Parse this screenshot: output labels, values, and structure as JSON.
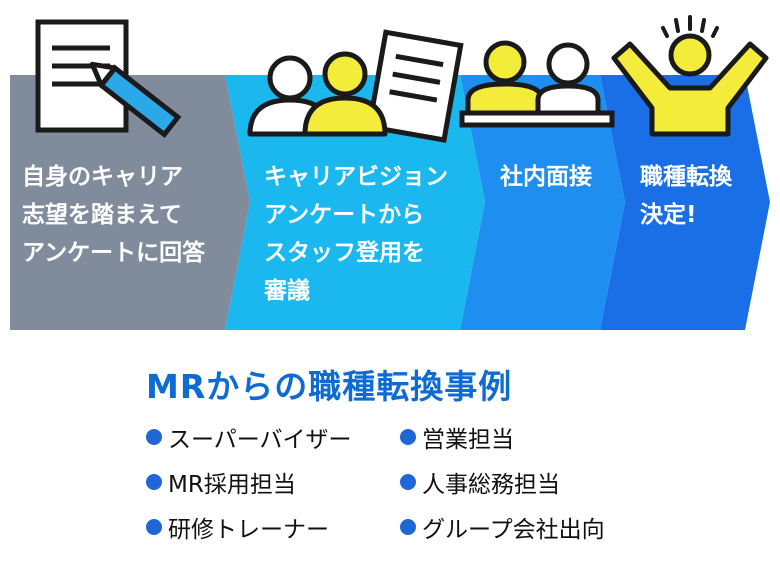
{
  "flow": {
    "colors": {
      "step1": "#808c9c",
      "step2": "#1ab8ee",
      "step3": "#1e8ef0",
      "step4": "#1a6fe6",
      "figure_yellow": "#f4ec3a",
      "outline": "#1a1a1a",
      "pen": "#2aa8e8"
    },
    "steps": [
      {
        "text": "自身のキャリア\n志望を踏まえて\nアンケートに回答",
        "icon": "document-pen-icon"
      },
      {
        "text": "キャリアビジョン\nアンケートから\nスタッフ登用を\n審議",
        "icon": "reviewers-document-icon"
      },
      {
        "text": "社内面接",
        "icon": "interview-icon"
      },
      {
        "text": "職種転換\n決定!",
        "icon": "celebrating-person-icon"
      }
    ]
  },
  "examples": {
    "title": "MRからの職種転換事例",
    "bullet_color": "#1f66d6",
    "items": [
      "スーパーバイザー",
      "営業担当",
      "MR採用担当",
      "人事総務担当",
      "研修トレーナー",
      "グループ会社出向"
    ]
  }
}
